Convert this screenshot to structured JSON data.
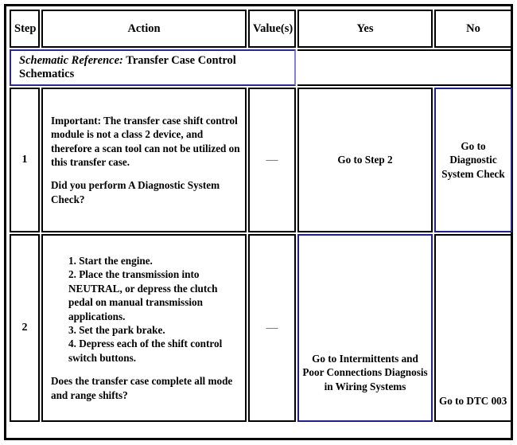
{
  "table": {
    "columns": [
      {
        "key": "step",
        "label": "Step"
      },
      {
        "key": "action",
        "label": "Action"
      },
      {
        "key": "value",
        "label": "Value(s)"
      },
      {
        "key": "yes",
        "label": "Yes"
      },
      {
        "key": "no",
        "label": "No"
      }
    ],
    "schematic_row": {
      "label": "Schematic Reference:",
      "value": "Transfer Case Control Schematics",
      "blank_cell": ""
    },
    "rows": [
      {
        "step": "1",
        "action": {
          "important_label": "Important:",
          "important_text": " The transfer case shift control module is not a class 2 device, and therefore a scan tool can not be utilized on this transfer case.",
          "question": "Did you perform A Diagnostic System Check?"
        },
        "value": "—",
        "yes": "Go to Step  2",
        "no": "Go to Diagnostic System Check"
      },
      {
        "step": "2",
        "action": {
          "items": [
            "1. Start the engine.",
            "2. Place the transmission into NEUTRAL, or depress the clutch pedal on manual transmission applications.",
            "3. Set the park brake.",
            "4. Depress each of the shift control switch buttons."
          ],
          "question": "Does the transfer case complete all mode and range shifts?"
        },
        "value": "—",
        "yes": "Go to Intermittents and Poor Connections Diagnosis in Wiring Systems",
        "no": "Go to DTC 003"
      }
    ]
  },
  "colors": {
    "frame_black": "#000000",
    "cell_border_black": "#000000",
    "highlight_navy": "#21218c",
    "schematic_divider_blue": "#8080e0",
    "dash_gray": "#808080",
    "background": "#ffffff"
  }
}
